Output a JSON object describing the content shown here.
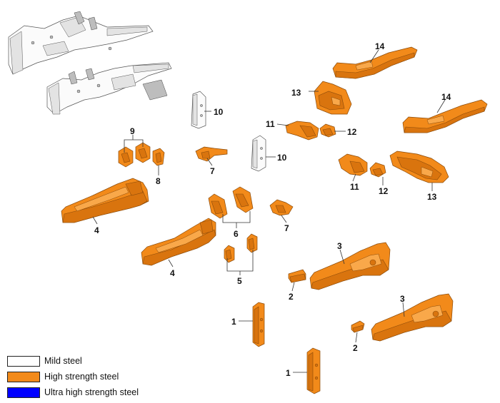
{
  "callouts": {
    "c1a": "1",
    "c1b": "1",
    "c2a": "2",
    "c2b": "2",
    "c3a": "3",
    "c3b": "3",
    "c4a": "4",
    "c4b": "4",
    "c5": "5",
    "c6": "6",
    "c7a": "7",
    "c7b": "7",
    "c8": "8",
    "c9": "9",
    "c10a": "10",
    "c10b": "10",
    "c11a": "11",
    "c11b": "11",
    "c12a": "12",
    "c12b": "12",
    "c13a": "13",
    "c13b": "13",
    "c14a": "14",
    "c14b": "14"
  },
  "legend": [
    {
      "label": "Mild steel",
      "color": "#ffffff"
    },
    {
      "label": "High strength steel",
      "color": "#f28a1a"
    },
    {
      "label": "Ultra high strength steel",
      "color": "#0000ff"
    }
  ]
}
